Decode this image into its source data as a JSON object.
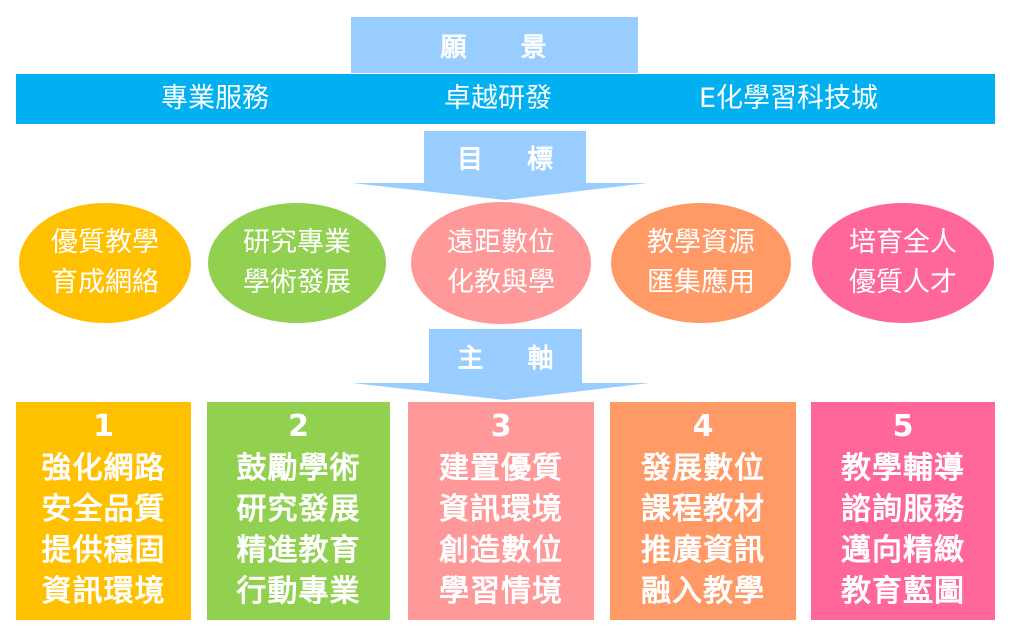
{
  "vision": {
    "label_chars": [
      "願",
      "景"
    ]
  },
  "vision_items": [
    "專業服務",
    "卓越研發",
    "E化學習科技城"
  ],
  "goals_header": {
    "label_chars": [
      "目",
      "標"
    ]
  },
  "goals": [
    {
      "lines": [
        "優質教學",
        "育成網絡"
      ],
      "color": "#ffc000"
    },
    {
      "lines": [
        "研究專業",
        "學術發展"
      ],
      "color": "#92d050"
    },
    {
      "lines": [
        "遠距數位",
        "化教與學"
      ],
      "color": "#ff9999"
    },
    {
      "lines": [
        "教學資源",
        "匯集應用"
      ],
      "color": "#ff9966"
    },
    {
      "lines": [
        "培育全人",
        "優質人才"
      ],
      "color": "#ff6699"
    }
  ],
  "axes_header": {
    "label_chars": [
      "主",
      "軸"
    ]
  },
  "axes": [
    {
      "number": "1",
      "lines": [
        "強化網路",
        "安全品質",
        "提供穩固",
        "資訊環境"
      ],
      "color": "#ffc000"
    },
    {
      "number": "2",
      "lines": [
        "鼓勵學術",
        "研究發展",
        "精進教育",
        "行動專業"
      ],
      "color": "#92d050"
    },
    {
      "number": "3",
      "lines": [
        "建置優質",
        "資訊環境",
        "創造數位",
        "學習情境"
      ],
      "color": "#ff9999"
    },
    {
      "number": "4",
      "lines": [
        "發展數位",
        "課程教材",
        "推廣資訊",
        "融入教學"
      ],
      "color": "#ff9966"
    },
    {
      "number": "5",
      "lines": [
        "教學輔導",
        "諮詢服務",
        "邁向精緻",
        "教育藍圖"
      ],
      "color": "#ff6699"
    }
  ],
  "colors": {
    "light_blue": "#99ccff",
    "bar_blue": "#00b0f0",
    "text": "#ffffff"
  }
}
